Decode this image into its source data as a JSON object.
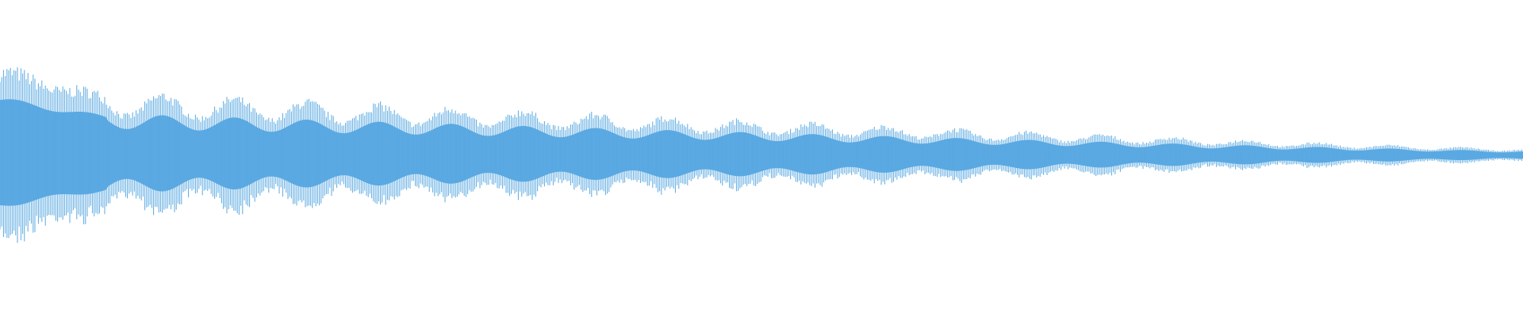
{
  "waveform": {
    "color": "#5aa9e2",
    "background": "#ffffff",
    "style": "vertical-lines",
    "envelope": {
      "profile": "decaying",
      "modulation": "periodic-beating",
      "peak_level": 0.94,
      "tail_level": 0.06,
      "sustain_level": 0.55
    }
  }
}
